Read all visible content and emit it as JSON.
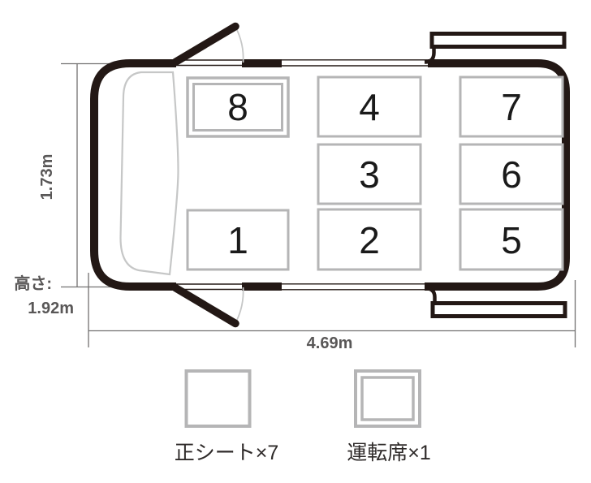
{
  "diagram": {
    "type": "vehicle-seat-layout-top-view",
    "dimensions": {
      "width": "1.73m",
      "length": "4.69m",
      "height_prefix": "高さ:",
      "height": "1.92m"
    },
    "seats": [
      {
        "number": "1",
        "type": "regular"
      },
      {
        "number": "2",
        "type": "regular"
      },
      {
        "number": "3",
        "type": "regular"
      },
      {
        "number": "4",
        "type": "regular"
      },
      {
        "number": "5",
        "type": "regular"
      },
      {
        "number": "6",
        "type": "regular"
      },
      {
        "number": "7",
        "type": "regular"
      },
      {
        "number": "8",
        "type": "driver"
      }
    ],
    "legend": {
      "regular_seat": {
        "label": "正シート×7",
        "count": 7
      },
      "driver_seat": {
        "label": "運転席×1",
        "count": 1
      }
    },
    "colors": {
      "body_outline": "#231815",
      "seat_border": "#b5b5b6",
      "glass_line": "#c6c7c7",
      "dimension_line": "#727171",
      "dimension_text": "#595757",
      "seat_number": "#1a1a1a"
    }
  }
}
